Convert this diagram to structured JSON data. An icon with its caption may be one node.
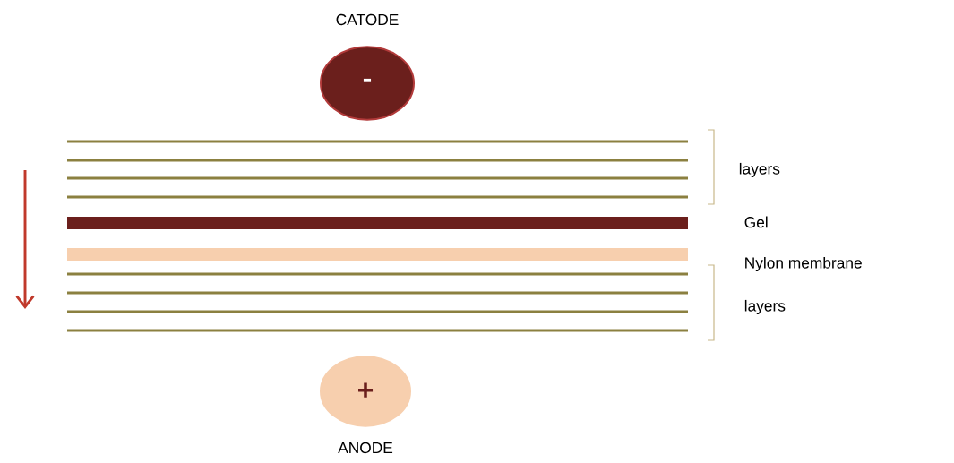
{
  "diagram": {
    "nodes": [
      {
        "text": [
          "-"
        ],
        "beside": [
          "CATODE"
        ]
      },
      {
        "text": [
          "+"
        ],
        "beside": [
          "ANODE"
        ]
      }
    ],
    "labels": [
      "layers",
      "Gel",
      "Nylon membrane",
      "layers"
    ]
  }
}
